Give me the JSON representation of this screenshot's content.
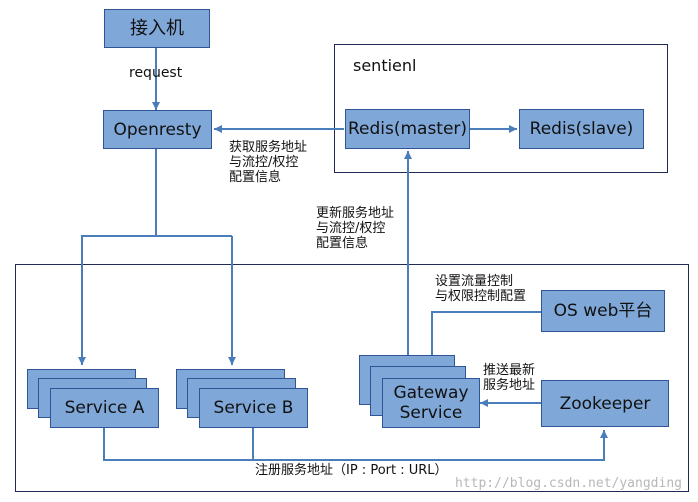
{
  "nodes": {
    "access": "接入机",
    "openresty": "Openresty",
    "sentinel_title": "sentienl",
    "redis_master": "Redis(master)",
    "redis_slave": "Redis(slave)",
    "service_a": "Service A",
    "service_b": "Service B",
    "gateway": "Gateway\nService",
    "zookeeper": "Zookeeper",
    "os_web": "OS web平台"
  },
  "labels": {
    "request": "request",
    "fetch": "获取服务地址\n与流控/权控\n配置信息",
    "update": "更新服务地址\n与流控/权控\n配置信息",
    "set_config": "设置流量控制\n与权限控制配置",
    "push": "推送最新\n服务地址",
    "register": "注册服务地址（IP : Port : URL）"
  },
  "watermark": "http://blog.csdn.net/yangding",
  "colors": {
    "box_fill": "#7fa7d8",
    "box_border": "#2f5597",
    "line": "#4a7ebb",
    "frame": "#1f2a55"
  }
}
